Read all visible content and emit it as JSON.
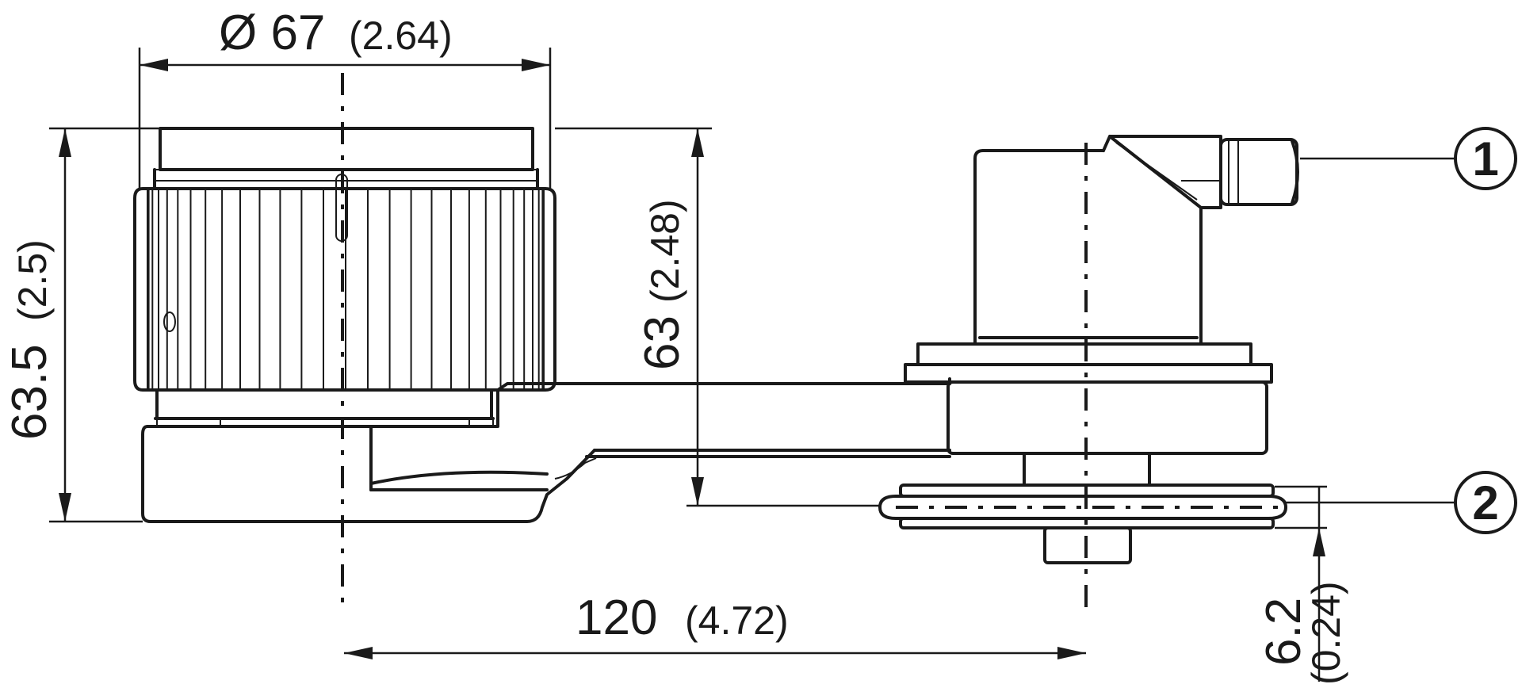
{
  "dimensions": {
    "diameter": {
      "value": "Ø 67",
      "alt": "(2.64)"
    },
    "overall_height": {
      "value": "63.5",
      "alt": "(2.5)"
    },
    "body_height": {
      "value": "63",
      "alt": "(2.48)"
    },
    "axis_distance": {
      "value": "120",
      "alt": "(4.72)"
    },
    "flange_thickness": {
      "value": "6.2",
      "alt": "(0.24)"
    }
  },
  "callouts": [
    {
      "label": "1"
    },
    {
      "label": "2"
    }
  ]
}
